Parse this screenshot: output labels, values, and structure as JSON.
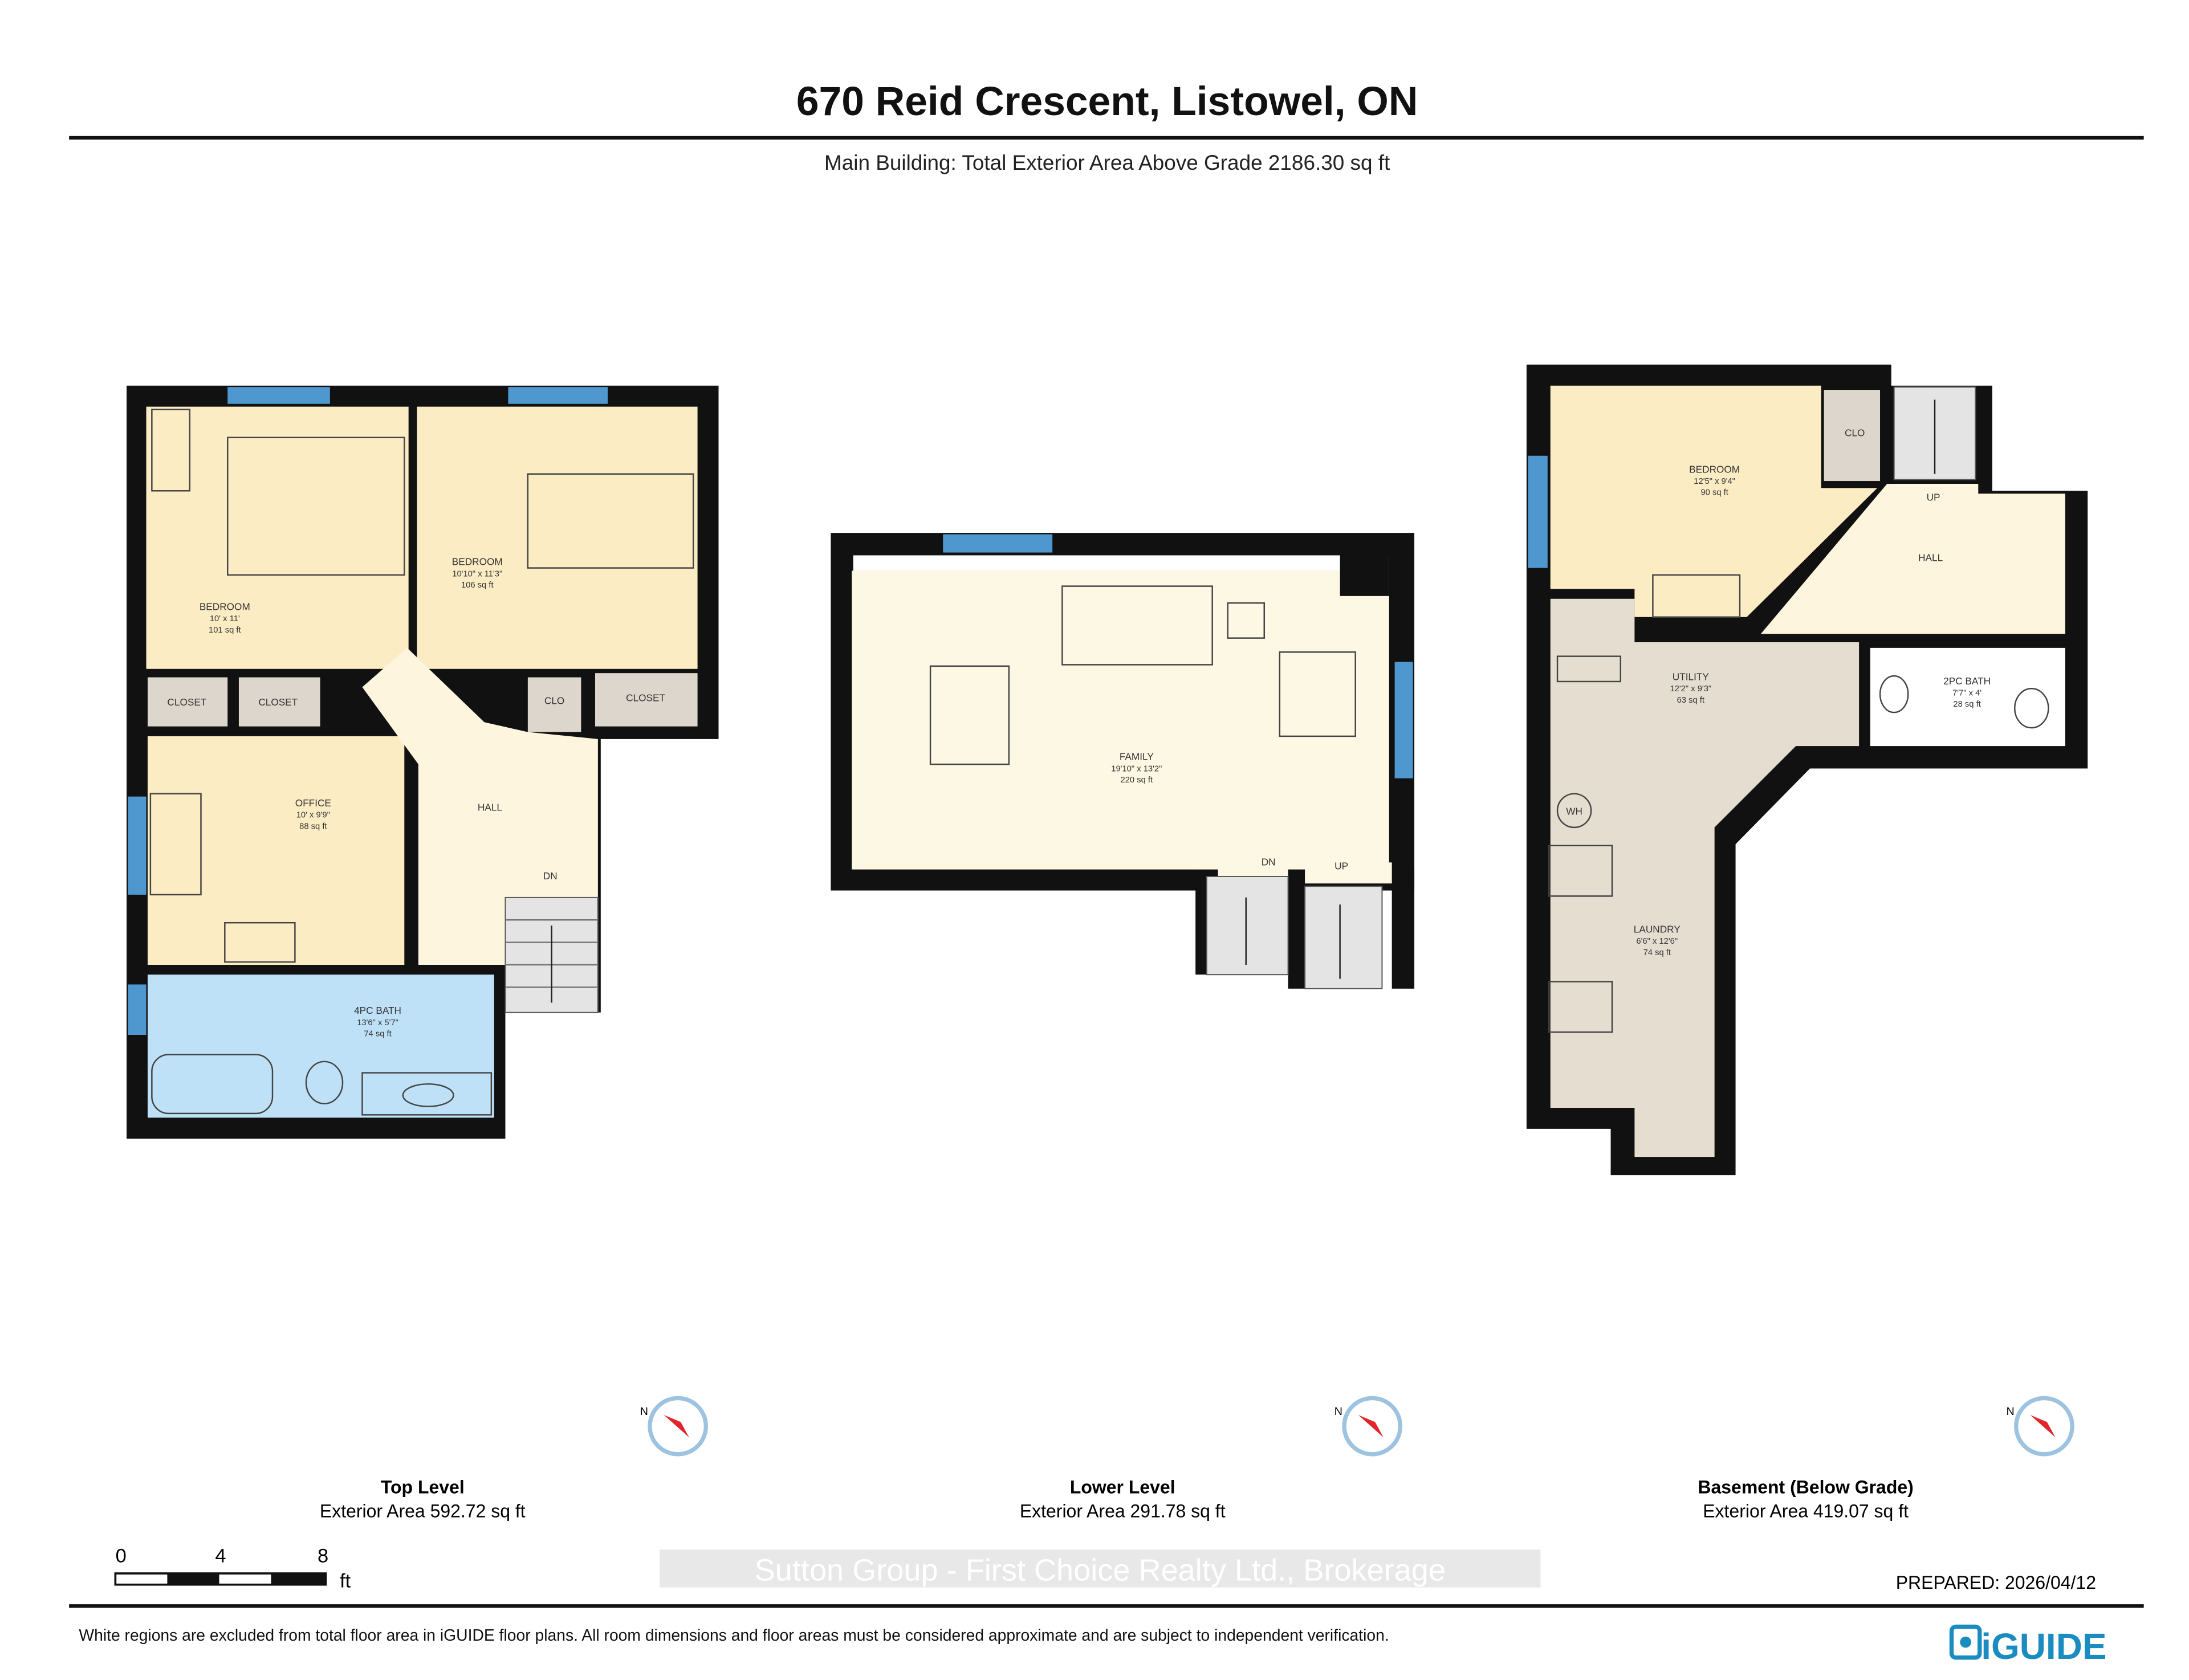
{
  "header": {
    "title": "670 Reid Crescent, Listowel, ON",
    "subtitle": "Main Building: Total Exterior Area Above Grade 2186.30 sq ft"
  },
  "levels": [
    {
      "name": "Top Level",
      "area": "Exterior Area 592.72 sq ft",
      "rooms": [
        {
          "name": "BEDROOM",
          "dims": "10' x 11'",
          "area": "101 sq ft"
        },
        {
          "name": "BEDROOM",
          "dims": "10'10\" x 11'3\"",
          "area": "106 sq ft"
        },
        {
          "name": "CLOSET"
        },
        {
          "name": "CLOSET"
        },
        {
          "name": "CLO"
        },
        {
          "name": "CLOSET"
        },
        {
          "name": "OFFICE",
          "dims": "10' x 9'9\"",
          "area": "88 sq ft"
        },
        {
          "name": "HALL"
        },
        {
          "name": "DN"
        },
        {
          "name": "4PC BATH",
          "dims": "13'6\" x 5'7\"",
          "area": "74 sq ft"
        }
      ]
    },
    {
      "name": "Lower Level",
      "area": "Exterior Area 291.78 sq ft",
      "rooms": [
        {
          "name": "FAMILY",
          "dims": "19'10\" x 13'2\"",
          "area": "220 sq ft"
        },
        {
          "name": "DN"
        },
        {
          "name": "UP"
        }
      ]
    },
    {
      "name": "Basement (Below Grade)",
      "area": "Exterior Area 419.07 sq ft",
      "rooms": [
        {
          "name": "BEDROOM",
          "dims": "12'5\" x 9'4\"",
          "area": "90 sq ft"
        },
        {
          "name": "CLO"
        },
        {
          "name": "UP"
        },
        {
          "name": "HALL"
        },
        {
          "name": "UTILITY",
          "dims": "12'2\" x 9'3\"",
          "area": "63 sq ft"
        },
        {
          "name": "2PC BATH",
          "dims": "7'7\" x 4'",
          "area": "28 sq ft"
        },
        {
          "name": "LAUNDRY",
          "dims": "6'6\" x 12'6\"",
          "area": "74 sq ft"
        },
        {
          "name": "WH"
        }
      ]
    }
  ],
  "compass": {
    "label": "N",
    "needle_color": "#e0252b"
  },
  "scale": {
    "ticks": [
      "0",
      "4",
      "8"
    ],
    "unit": "ft"
  },
  "watermark": "Sutton Group - First Choice Realty Ltd., Brokerage",
  "prepared": "PREPARED: 2026/04/12",
  "disclaimer": "White regions are excluded from total floor area in iGUIDE floor plans. All room dimensions and floor areas must be considered approximate and are subject to independent verification.",
  "logo": {
    "text": "iGUIDE",
    "color": "#1a8cc0"
  },
  "colors": {
    "room": "#fbecc4",
    "hall": "#fdf5de",
    "closet": "#ddd6cc",
    "utility": "#e5ddd0",
    "bath": "#bfe1f7",
    "window": "#4f98cf",
    "wall": "#111111"
  }
}
